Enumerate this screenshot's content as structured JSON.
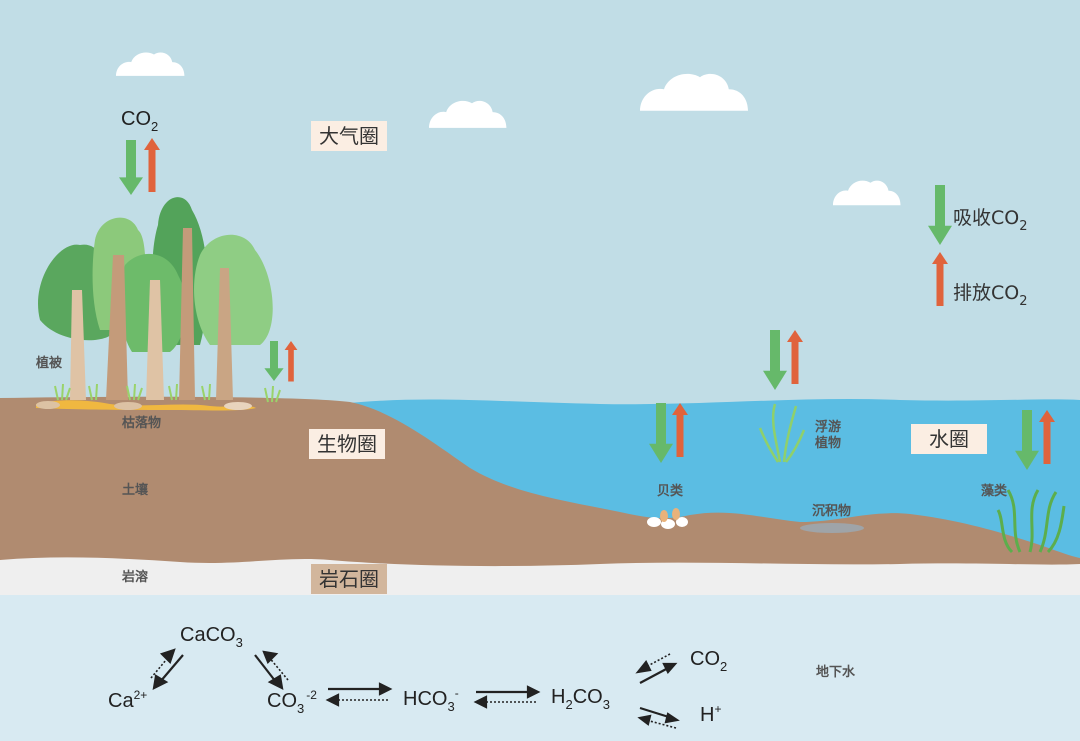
{
  "atmosphere": {
    "label": "大气圈",
    "co2_label": "CO",
    "co2_sub": "2"
  },
  "biosphere": {
    "label": "生物圈"
  },
  "lithosphere": {
    "label": "岩石圈"
  },
  "hydrosphere": {
    "label": "水圈"
  },
  "legend": {
    "absorb": {
      "prefix": "吸收CO",
      "sub": "2"
    },
    "emit": {
      "prefix": "排放CO",
      "sub": "2"
    }
  },
  "land_labels": {
    "vegetation": "植被",
    "litter": "枯落物",
    "soil": "土壤",
    "karst": "岩溶"
  },
  "water_labels": {
    "shellfish": "贝类",
    "plankton_line1": "浮游",
    "plankton_line2": "植物",
    "sediment": "沉积物",
    "algae": "藻类",
    "groundwater": "地下水"
  },
  "chemistry": {
    "caco3": {
      "main": "CaCO",
      "sub": "3"
    },
    "ca": {
      "main": "Ca",
      "sup": "2+"
    },
    "co3": {
      "main": "CO",
      "sub": "3",
      "sup": "-2"
    },
    "hco3": {
      "main": "HCO",
      "sub": "3",
      "sup": "-"
    },
    "h2co3": {
      "h": "H",
      "sub1": "2",
      "main": "CO",
      "sub2": "3"
    },
    "co2": {
      "main": "CO",
      "sub": "2"
    },
    "h": {
      "main": "H",
      "sup": "+"
    }
  },
  "colors": {
    "sky": "#c1dde6",
    "water": "#5bbde3",
    "soil": "#b08b70",
    "rock": "#efefef",
    "groundwater": "#d8eaf2",
    "absorb_arrow": "#66b96a",
    "emit_arrow": "#e0633c"
  }
}
